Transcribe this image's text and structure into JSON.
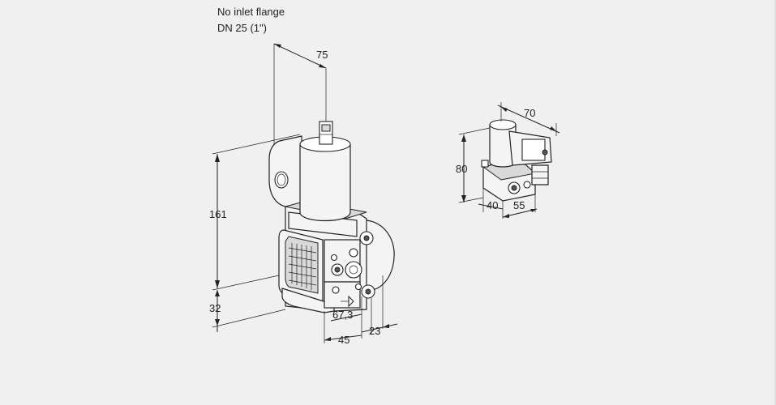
{
  "note": {
    "line1": "No inlet flange",
    "line2": "DN 25 (1\")"
  },
  "main_view": {
    "dim_top_width": "75",
    "dim_height": "161",
    "dim_bottom_offset": "32",
    "dim_depth_a": "67,3",
    "dim_depth_b": "45",
    "dim_depth_c": "23"
  },
  "small_view": {
    "dim_width": "70",
    "dim_height": "80",
    "dim_left": "40",
    "dim_right": "55"
  },
  "colors": {
    "background": "#f0f0f0",
    "line": "#222222"
  }
}
